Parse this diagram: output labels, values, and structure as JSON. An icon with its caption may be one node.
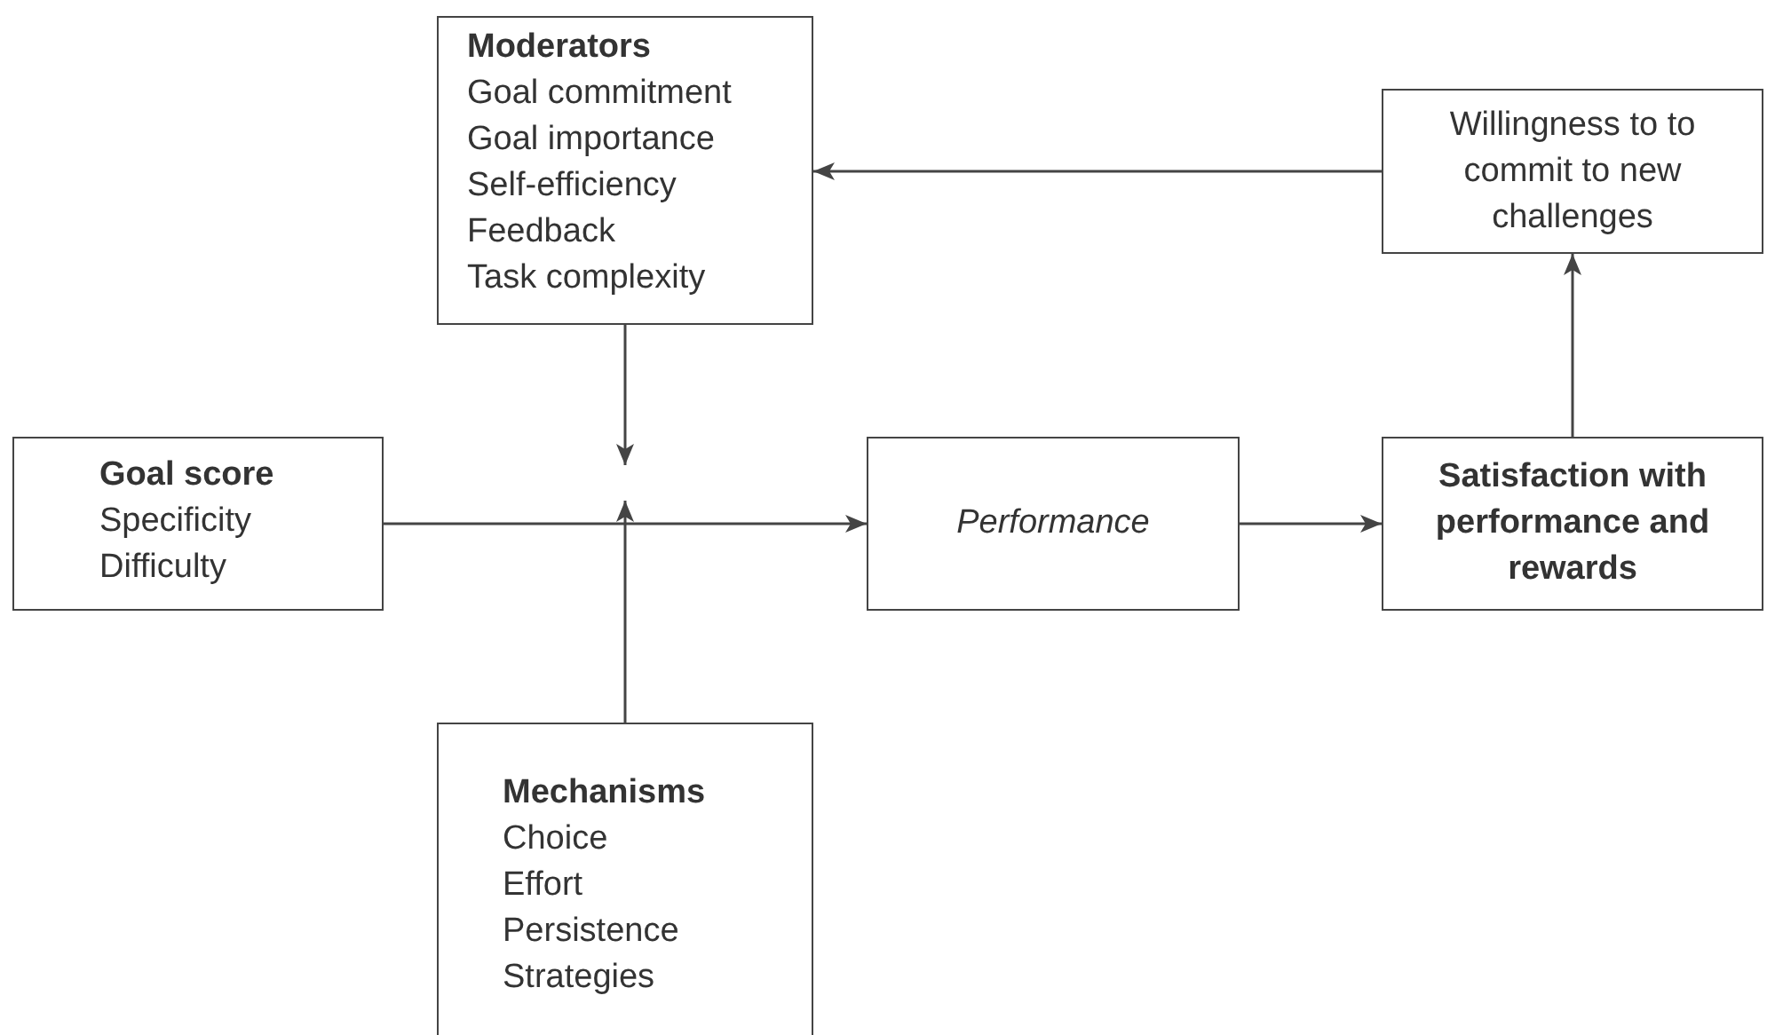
{
  "diagram": {
    "nodes": [
      {
        "text": [
          "Moderators",
          "Goal commitment",
          "Goal importance",
          "Self-efficiency",
          "Feedback",
          "Task complexity"
        ]
      },
      {
        "text": [
          "Willingness to to commit to new challenges"
        ]
      },
      {
        "text": [
          "Goal score",
          "Specificity",
          "Difficulty"
        ]
      },
      {
        "text": [
          "Performance"
        ]
      },
      {
        "text": [
          "Satisfaction with performance and rewards"
        ]
      },
      {
        "text": [
          "Mechanisms",
          "Choice",
          "Effort",
          "Persistence",
          "Strategies"
        ]
      }
    ],
    "edges": [
      {
        "from": 1,
        "to": 0,
        "arrow": "to"
      },
      {
        "from": 2,
        "to": 3,
        "arrow": "to"
      },
      {
        "from": 3,
        "to": 4,
        "arrow": "to"
      },
      {
        "from": 4,
        "to": 1,
        "arrow": "to"
      },
      {
        "from": 0,
        "to": null,
        "arrow": "to"
      },
      {
        "from": 5,
        "to": null,
        "arrow": "to"
      }
    ]
  }
}
